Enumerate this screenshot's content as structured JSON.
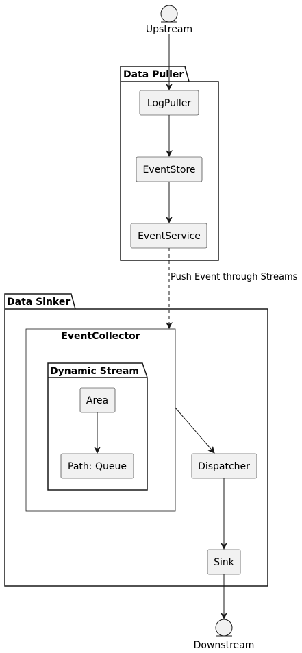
{
  "diagram": {
    "entities": {
      "upstream": "Upstream",
      "downstream": "Downstream"
    },
    "packages": {
      "data_puller": "Data Puller",
      "data_sinker": "Data Sinker",
      "dynamic_stream": "Dynamic Stream"
    },
    "components": {
      "log_puller": "LogPuller",
      "event_store": "EventStore",
      "event_service": "EventService",
      "event_collector": "EventCollector",
      "area": "Area",
      "path_queue": "Path: Queue",
      "dispatcher": "Dispatcher",
      "sink": "Sink"
    },
    "edges": {
      "push_event": "Push Event through Streams"
    },
    "colors": {
      "node_fill": "#f1f1f1",
      "node_stroke": "#181818",
      "line": "#181818",
      "background": "#ffffff"
    }
  }
}
